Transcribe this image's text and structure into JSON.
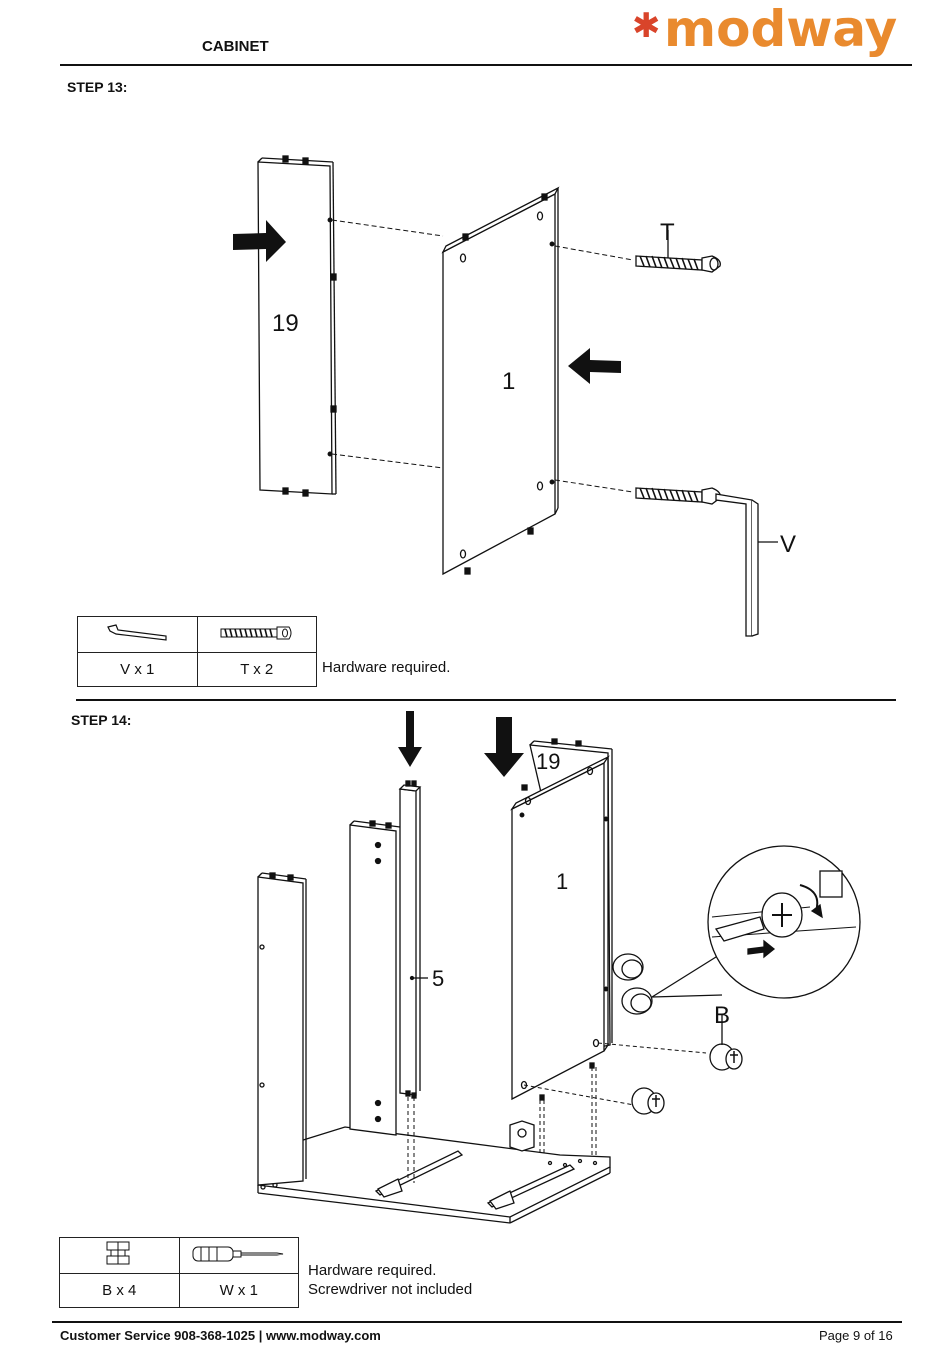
{
  "header": {
    "title": "CABINET",
    "brand": "modway"
  },
  "step13": {
    "label": "STEP 13:",
    "parts": {
      "panel_a": "19",
      "panel_b": "1"
    },
    "callouts": {
      "bolt": "T",
      "key": "V"
    },
    "hardware": {
      "items": [
        {
          "icon": "allen-key-icon",
          "qty": "V x 1"
        },
        {
          "icon": "cam-bolt-icon",
          "qty": "T x 2"
        }
      ],
      "note": "Hardware required."
    }
  },
  "step14": {
    "label": "STEP 14:",
    "parts": {
      "panel_back": "19",
      "panel_front": "1",
      "post": "5"
    },
    "callouts": {
      "cam_lock": "B"
    },
    "hardware": {
      "items": [
        {
          "icon": "cam-lock-icon",
          "qty": "B x 4"
        },
        {
          "icon": "screwdriver-icon",
          "qty": "W x 1"
        }
      ],
      "note_line1": "Hardware required.",
      "note_line2": "Screwdriver not included"
    }
  },
  "footer": {
    "contact": "Customer Service 908-368-1025 | www.modway.com",
    "page": "Page 9 of 16"
  },
  "colors": {
    "brand_orange": "#e98a2e",
    "brand_red": "#d9442a",
    "ink": "#111111"
  }
}
